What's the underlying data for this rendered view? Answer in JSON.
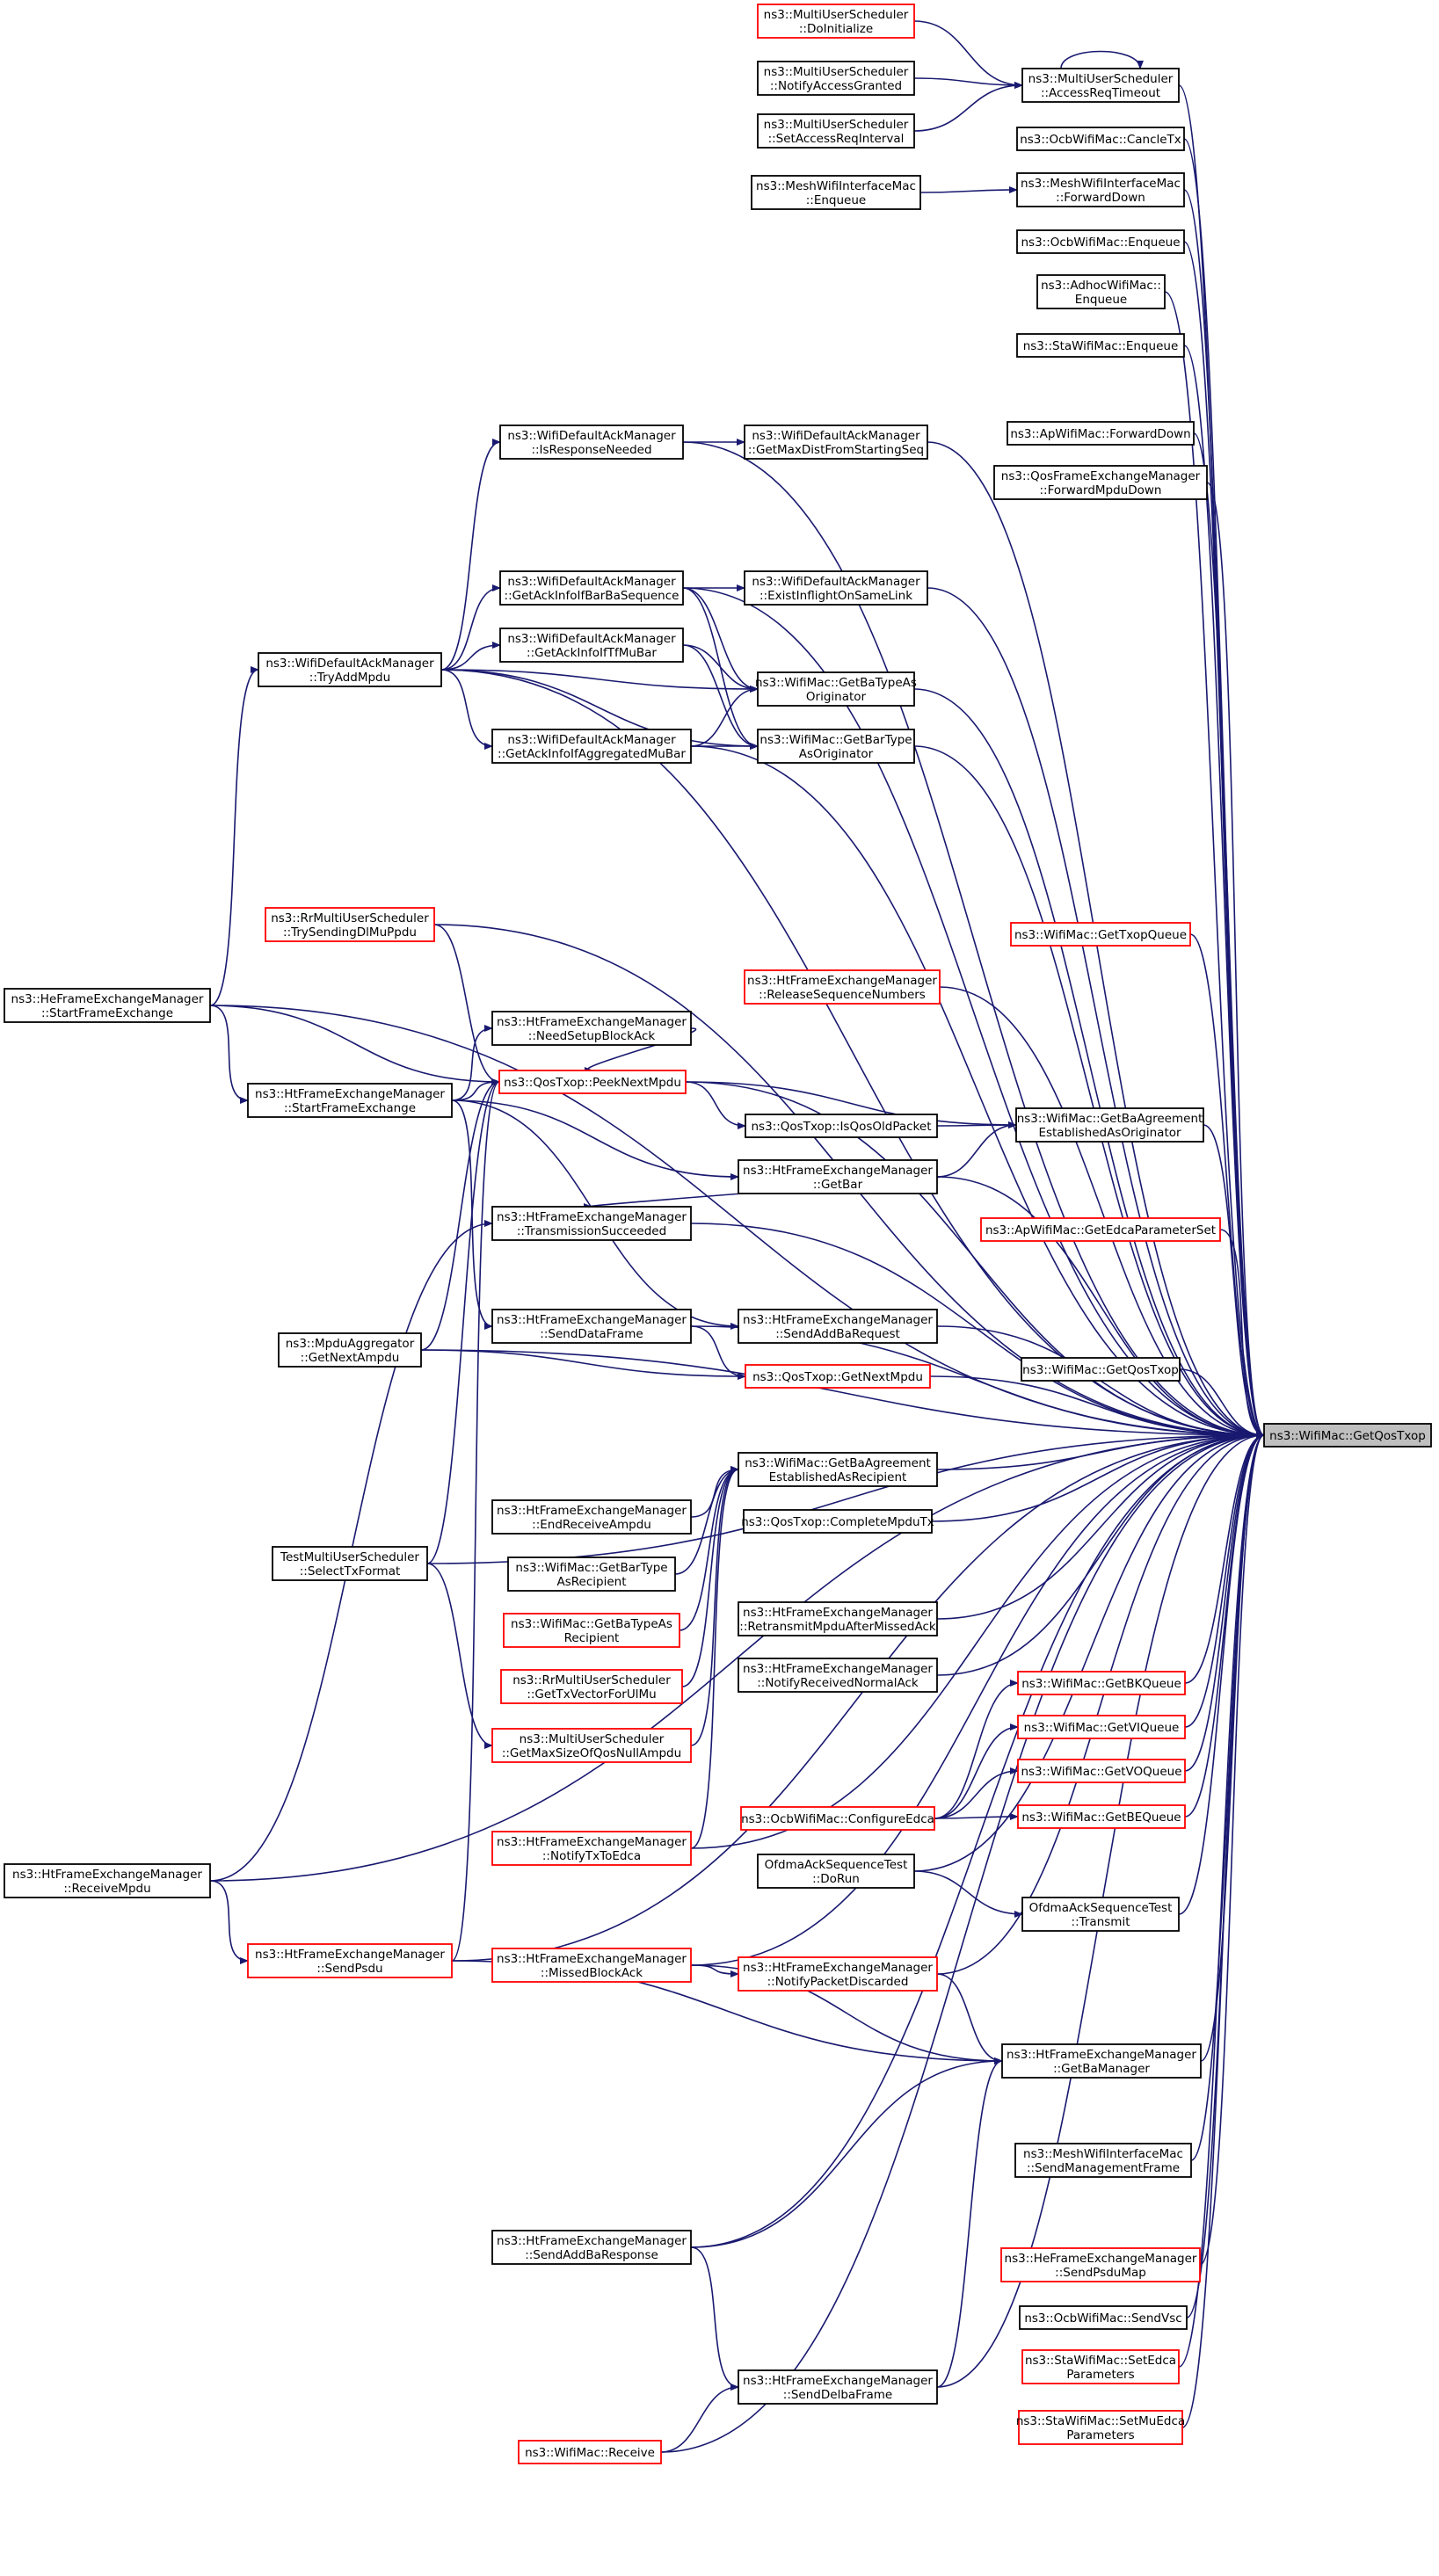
{
  "colors": {
    "edge": "#191970",
    "border_normal": "#000000",
    "border_truncated": "#ff0000",
    "target_fill": "#bfbfbf",
    "node_fill": "#ffffff"
  },
  "target_node": "n0",
  "nodes": [
    {
      "id": "n0",
      "lines": [
        "ns3::WifiMac::GetQosTxop"
      ],
      "style": "target"
    },
    {
      "id": "n1",
      "lines": [
        "ns3::MultiUserScheduler",
        "::DoInitialize"
      ],
      "style": "truncated"
    },
    {
      "id": "n2",
      "lines": [
        "ns3::MultiUserScheduler",
        "::NotifyAccessGranted"
      ],
      "style": "normal"
    },
    {
      "id": "n3",
      "lines": [
        "ns3::MultiUserScheduler",
        "::SetAccessReqInterval"
      ],
      "style": "normal"
    },
    {
      "id": "n4",
      "lines": [
        "ns3::MultiUserScheduler",
        "::AccessReqTimeout"
      ],
      "style": "normal"
    },
    {
      "id": "n5",
      "lines": [
        "ns3::OcbWifiMac::CancleTx"
      ],
      "style": "normal"
    },
    {
      "id": "n6",
      "lines": [
        "ns3::MeshWifiInterfaceMac",
        "::Enqueue"
      ],
      "style": "normal"
    },
    {
      "id": "n7",
      "lines": [
        "ns3::MeshWifiInterfaceMac",
        "::ForwardDown"
      ],
      "style": "normal"
    },
    {
      "id": "n8",
      "lines": [
        "ns3::OcbWifiMac::Enqueue"
      ],
      "style": "normal"
    },
    {
      "id": "n9",
      "lines": [
        "ns3::AdhocWifiMac::",
        "Enqueue"
      ],
      "style": "normal"
    },
    {
      "id": "n10",
      "lines": [
        "ns3::StaWifiMac::Enqueue"
      ],
      "style": "normal"
    },
    {
      "id": "n11",
      "lines": [
        "ns3::WifiDefaultAckManager",
        "::IsResponseNeeded"
      ],
      "style": "normal"
    },
    {
      "id": "n12",
      "lines": [
        "ns3::WifiDefaultAckManager",
        "::GetMaxDistFromStartingSeq"
      ],
      "style": "normal"
    },
    {
      "id": "n13",
      "lines": [
        "ns3::ApWifiMac::ForwardDown"
      ],
      "style": "normal"
    },
    {
      "id": "n14",
      "lines": [
        "ns3::QosFrameExchangeManager",
        "::ForwardMpduDown"
      ],
      "style": "normal"
    },
    {
      "id": "n15",
      "lines": [
        "ns3::WifiDefaultAckManager",
        "::GetAckInfoIfBarBaSequence"
      ],
      "style": "normal"
    },
    {
      "id": "n16",
      "lines": [
        "ns3::WifiDefaultAckManager",
        "::ExistInflightOnSameLink"
      ],
      "style": "normal"
    },
    {
      "id": "n17",
      "lines": [
        "ns3::WifiDefaultAckManager",
        "::GetAckInfoIfTfMuBar"
      ],
      "style": "normal"
    },
    {
      "id": "n18",
      "lines": [
        "ns3::WifiDefaultAckManager",
        "::TryAddMpdu"
      ],
      "style": "normal"
    },
    {
      "id": "n19",
      "lines": [
        "ns3::WifiMac::GetBaTypeAs",
        "Originator"
      ],
      "style": "normal"
    },
    {
      "id": "n20",
      "lines": [
        "ns3::WifiDefaultAckManager",
        "::GetAckInfoIfAggregatedMuBar"
      ],
      "style": "normal"
    },
    {
      "id": "n21",
      "lines": [
        "ns3::WifiMac::GetBarType",
        "AsOriginator"
      ],
      "style": "normal"
    },
    {
      "id": "n22",
      "lines": [
        "ns3::RrMultiUserScheduler",
        "::TrySendingDlMuPpdu"
      ],
      "style": "truncated"
    },
    {
      "id": "n23",
      "lines": [
        "ns3::WifiMac::GetTxopQueue"
      ],
      "style": "truncated"
    },
    {
      "id": "n24",
      "lines": [
        "ns3::HeFrameExchangeManager",
        "::StartFrameExchange"
      ],
      "style": "normal"
    },
    {
      "id": "n25",
      "lines": [
        "ns3::HtFrameExchangeManager",
        "::NeedSetupBlockAck"
      ],
      "style": "normal"
    },
    {
      "id": "n26",
      "lines": [
        "ns3::HtFrameExchangeManager",
        "::ReleaseSequenceNumbers"
      ],
      "style": "truncated"
    },
    {
      "id": "n27",
      "lines": [
        "ns3::HtFrameExchangeManager",
        "::StartFrameExchange"
      ],
      "style": "normal"
    },
    {
      "id": "n28",
      "lines": [
        "ns3::QosTxop::PeekNextMpdu"
      ],
      "style": "truncated"
    },
    {
      "id": "n29",
      "lines": [
        "ns3::QosTxop::IsQosOldPacket"
      ],
      "style": "normal"
    },
    {
      "id": "n30",
      "lines": [
        "ns3::WifiMac::GetBaAgreement",
        "EstablishedAsOriginator"
      ],
      "style": "normal"
    },
    {
      "id": "n31",
      "lines": [
        "ns3::HtFrameExchangeManager",
        "::GetBar"
      ],
      "style": "normal"
    },
    {
      "id": "n32",
      "lines": [
        "ns3::HtFrameExchangeManager",
        "::TransmissionSucceeded"
      ],
      "style": "normal"
    },
    {
      "id": "n33",
      "lines": [
        "ns3::ApWifiMac::GetEdcaParameterSet"
      ],
      "style": "truncated"
    },
    {
      "id": "n34",
      "lines": [
        "ns3::HtFrameExchangeManager",
        "::SendDataFrame"
      ],
      "style": "normal"
    },
    {
      "id": "n35",
      "lines": [
        "ns3::HtFrameExchangeManager",
        "::SendAddBaRequest"
      ],
      "style": "normal"
    },
    {
      "id": "n36",
      "lines": [
        "ns3::MpduAggregator",
        "::GetNextAmpdu"
      ],
      "style": "normal"
    },
    {
      "id": "n37",
      "lines": [
        "ns3::QosTxop::GetNextMpdu"
      ],
      "style": "truncated"
    },
    {
      "id": "n38",
      "lines": [
        "ns3::WifiMac::GetQosTxop"
      ],
      "style": "normal"
    },
    {
      "id": "n39",
      "lines": [
        "ns3::WifiMac::GetBaAgreement",
        "EstablishedAsRecipient"
      ],
      "style": "normal"
    },
    {
      "id": "n40",
      "lines": [
        "ns3::HtFrameExchangeManager",
        "::EndReceiveAmpdu"
      ],
      "style": "normal"
    },
    {
      "id": "n41",
      "lines": [
        "ns3::QosTxop::CompleteMpduTx"
      ],
      "style": "normal"
    },
    {
      "id": "n42",
      "lines": [
        "TestMultiUserScheduler",
        "::SelectTxFormat"
      ],
      "style": "normal"
    },
    {
      "id": "n43",
      "lines": [
        "ns3::WifiMac::GetBarType",
        "AsRecipient"
      ],
      "style": "normal"
    },
    {
      "id": "n44",
      "lines": [
        "ns3::WifiMac::GetBaTypeAs",
        "Recipient"
      ],
      "style": "truncated"
    },
    {
      "id": "n45",
      "lines": [
        "ns3::HtFrameExchangeManager",
        "::RetransmitMpduAfterMissedAck"
      ],
      "style": "normal"
    },
    {
      "id": "n46",
      "lines": [
        "ns3::RrMultiUserScheduler",
        "::GetTxVectorForUlMu"
      ],
      "style": "truncated"
    },
    {
      "id": "n47",
      "lines": [
        "ns3::HtFrameExchangeManager",
        "::NotifyReceivedNormalAck"
      ],
      "style": "normal"
    },
    {
      "id": "n48",
      "lines": [
        "ns3::WifiMac::GetBKQueue"
      ],
      "style": "truncated"
    },
    {
      "id": "n49",
      "lines": [
        "ns3::MultiUserScheduler",
        "::GetMaxSizeOfQosNullAmpdu"
      ],
      "style": "truncated"
    },
    {
      "id": "n50",
      "lines": [
        "ns3::WifiMac::GetVIQueue"
      ],
      "style": "truncated"
    },
    {
      "id": "n51",
      "lines": [
        "ns3::WifiMac::GetVOQueue"
      ],
      "style": "truncated"
    },
    {
      "id": "n52",
      "lines": [
        "ns3::OcbWifiMac::ConfigureEdca"
      ],
      "style": "truncated"
    },
    {
      "id": "n53",
      "lines": [
        "ns3::WifiMac::GetBEQueue"
      ],
      "style": "truncated"
    },
    {
      "id": "n54",
      "lines": [
        "ns3::HtFrameExchangeManager",
        "::NotifyTxToEdca"
      ],
      "style": "truncated"
    },
    {
      "id": "n55",
      "lines": [
        "ns3::HtFrameExchangeManager",
        "::ReceiveMpdu"
      ],
      "style": "normal"
    },
    {
      "id": "n56",
      "lines": [
        "OfdmaAckSequenceTest",
        "::DoRun"
      ],
      "style": "normal"
    },
    {
      "id": "n57",
      "lines": [
        "OfdmaAckSequenceTest",
        "::Transmit"
      ],
      "style": "normal"
    },
    {
      "id": "n58",
      "lines": [
        "ns3::HtFrameExchangeManager",
        "::SendPsdu"
      ],
      "style": "truncated"
    },
    {
      "id": "n59",
      "lines": [
        "ns3::HtFrameExchangeManager",
        "::MissedBlockAck"
      ],
      "style": "truncated"
    },
    {
      "id": "n60",
      "lines": [
        "ns3::HtFrameExchangeManager",
        "::NotifyPacketDiscarded"
      ],
      "style": "truncated"
    },
    {
      "id": "n61",
      "lines": [
        "ns3::HtFrameExchangeManager",
        "::GetBaManager"
      ],
      "style": "normal"
    },
    {
      "id": "n62",
      "lines": [
        "ns3::MeshWifiInterfaceMac",
        "::SendManagementFrame"
      ],
      "style": "normal"
    },
    {
      "id": "n63",
      "lines": [
        "ns3::HtFrameExchangeManager",
        "::SendAddBaResponse"
      ],
      "style": "normal"
    },
    {
      "id": "n64",
      "lines": [
        "ns3::HeFrameExchangeManager",
        "::SendPsduMap"
      ],
      "style": "truncated"
    },
    {
      "id": "n65",
      "lines": [
        "ns3::OcbWifiMac::SendVsc"
      ],
      "style": "normal"
    },
    {
      "id": "n66",
      "lines": [
        "ns3::StaWifiMac::SetEdca",
        "Parameters"
      ],
      "style": "truncated"
    },
    {
      "id": "n67",
      "lines": [
        "ns3::HtFrameExchangeManager",
        "::SendDelbaFrame"
      ],
      "style": "normal"
    },
    {
      "id": "n68",
      "lines": [
        "ns3::StaWifiMac::SetMuEdca",
        "Parameters"
      ],
      "style": "truncated"
    },
    {
      "id": "n69",
      "lines": [
        "ns3::WifiMac::Receive"
      ],
      "style": "truncated"
    }
  ],
  "edges": [
    [
      "n4",
      "n0"
    ],
    [
      "n5",
      "n0"
    ],
    [
      "n7",
      "n0"
    ],
    [
      "n8",
      "n0"
    ],
    [
      "n9",
      "n0"
    ],
    [
      "n10",
      "n0"
    ],
    [
      "n11",
      "n0"
    ],
    [
      "n12",
      "n0"
    ],
    [
      "n13",
      "n0"
    ],
    [
      "n14",
      "n0"
    ],
    [
      "n15",
      "n0"
    ],
    [
      "n16",
      "n0"
    ],
    [
      "n18",
      "n0"
    ],
    [
      "n19",
      "n0"
    ],
    [
      "n20",
      "n0"
    ],
    [
      "n21",
      "n0"
    ],
    [
      "n22",
      "n0"
    ],
    [
      "n23",
      "n0"
    ],
    [
      "n24",
      "n0"
    ],
    [
      "n26",
      "n0"
    ],
    [
      "n28",
      "n0"
    ],
    [
      "n30",
      "n0"
    ],
    [
      "n31",
      "n0"
    ],
    [
      "n32",
      "n0"
    ],
    [
      "n33",
      "n0"
    ],
    [
      "n34",
      "n0"
    ],
    [
      "n35",
      "n0"
    ],
    [
      "n36",
      "n0"
    ],
    [
      "n37",
      "n0"
    ],
    [
      "n38",
      "n0"
    ],
    [
      "n39",
      "n0"
    ],
    [
      "n41",
      "n0"
    ],
    [
      "n42",
      "n0"
    ],
    [
      "n45",
      "n0"
    ],
    [
      "n47",
      "n0"
    ],
    [
      "n48",
      "n0"
    ],
    [
      "n50",
      "n0"
    ],
    [
      "n51",
      "n0"
    ],
    [
      "n53",
      "n0"
    ],
    [
      "n54",
      "n0"
    ],
    [
      "n55",
      "n0"
    ],
    [
      "n56",
      "n0"
    ],
    [
      "n57",
      "n0"
    ],
    [
      "n58",
      "n0"
    ],
    [
      "n59",
      "n0"
    ],
    [
      "n60",
      "n0"
    ],
    [
      "n61",
      "n0"
    ],
    [
      "n62",
      "n0"
    ],
    [
      "n63",
      "n0"
    ],
    [
      "n64",
      "n0"
    ],
    [
      "n65",
      "n0"
    ],
    [
      "n66",
      "n0"
    ],
    [
      "n67",
      "n0"
    ],
    [
      "n68",
      "n0"
    ],
    [
      "n69",
      "n0"
    ],
    [
      "n1",
      "n4"
    ],
    [
      "n2",
      "n4"
    ],
    [
      "n3",
      "n4"
    ],
    [
      "n4",
      "n4"
    ],
    [
      "n6",
      "n7"
    ],
    [
      "n11",
      "n12"
    ],
    [
      "n18",
      "n11"
    ],
    [
      "n18",
      "n15"
    ],
    [
      "n18",
      "n17"
    ],
    [
      "n18",
      "n19"
    ],
    [
      "n18",
      "n20"
    ],
    [
      "n18",
      "n21"
    ],
    [
      "n15",
      "n16"
    ],
    [
      "n15",
      "n19"
    ],
    [
      "n15",
      "n21"
    ],
    [
      "n17",
      "n19"
    ],
    [
      "n17",
      "n21"
    ],
    [
      "n20",
      "n19"
    ],
    [
      "n20",
      "n21"
    ],
    [
      "n24",
      "n18"
    ],
    [
      "n24",
      "n27"
    ],
    [
      "n24",
      "n28"
    ],
    [
      "n22",
      "n28"
    ],
    [
      "n27",
      "n25"
    ],
    [
      "n27",
      "n28"
    ],
    [
      "n27",
      "n31"
    ],
    [
      "n27",
      "n34"
    ],
    [
      "n27",
      "n35"
    ],
    [
      "n25",
      "n28"
    ],
    [
      "n28",
      "n29"
    ],
    [
      "n28",
      "n30"
    ],
    [
      "n29",
      "n30"
    ],
    [
      "n31",
      "n30"
    ],
    [
      "n31",
      "n32"
    ],
    [
      "n34",
      "n37"
    ],
    [
      "n36",
      "n28"
    ],
    [
      "n36",
      "n37"
    ],
    [
      "n42",
      "n28"
    ],
    [
      "n42",
      "n49"
    ],
    [
      "n49",
      "n39"
    ],
    [
      "n46",
      "n39"
    ],
    [
      "n44",
      "n39"
    ],
    [
      "n43",
      "n39"
    ],
    [
      "n40",
      "n39"
    ],
    [
      "n54",
      "n39"
    ],
    [
      "n55",
      "n32"
    ],
    [
      "n55",
      "n58"
    ],
    [
      "n58",
      "n28"
    ],
    [
      "n58",
      "n61"
    ],
    [
      "n59",
      "n60"
    ],
    [
      "n59",
      "n61"
    ],
    [
      "n60",
      "n61"
    ],
    [
      "n52",
      "n48"
    ],
    [
      "n52",
      "n50"
    ],
    [
      "n52",
      "n51"
    ],
    [
      "n52",
      "n53"
    ],
    [
      "n56",
      "n57"
    ],
    [
      "n63",
      "n61"
    ],
    [
      "n63",
      "n67"
    ],
    [
      "n69",
      "n67"
    ],
    [
      "n67",
      "n61"
    ]
  ]
}
